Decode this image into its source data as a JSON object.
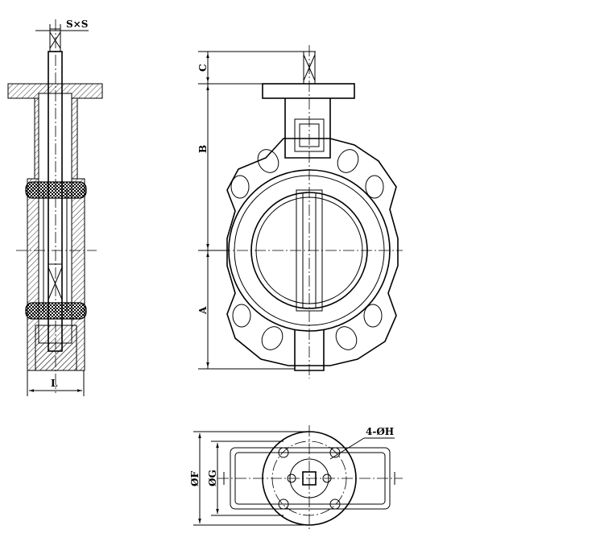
{
  "drawing": {
    "side_view": {
      "dim_top": "S×S",
      "dim_bottom": "L"
    },
    "front_view": {
      "dim_c": "C",
      "dim_b": "B",
      "dim_a": "A"
    },
    "top_view": {
      "dim_holes": "4-ØH",
      "dim_outer_dia": "ØF",
      "dim_pcd": "ØG"
    }
  }
}
